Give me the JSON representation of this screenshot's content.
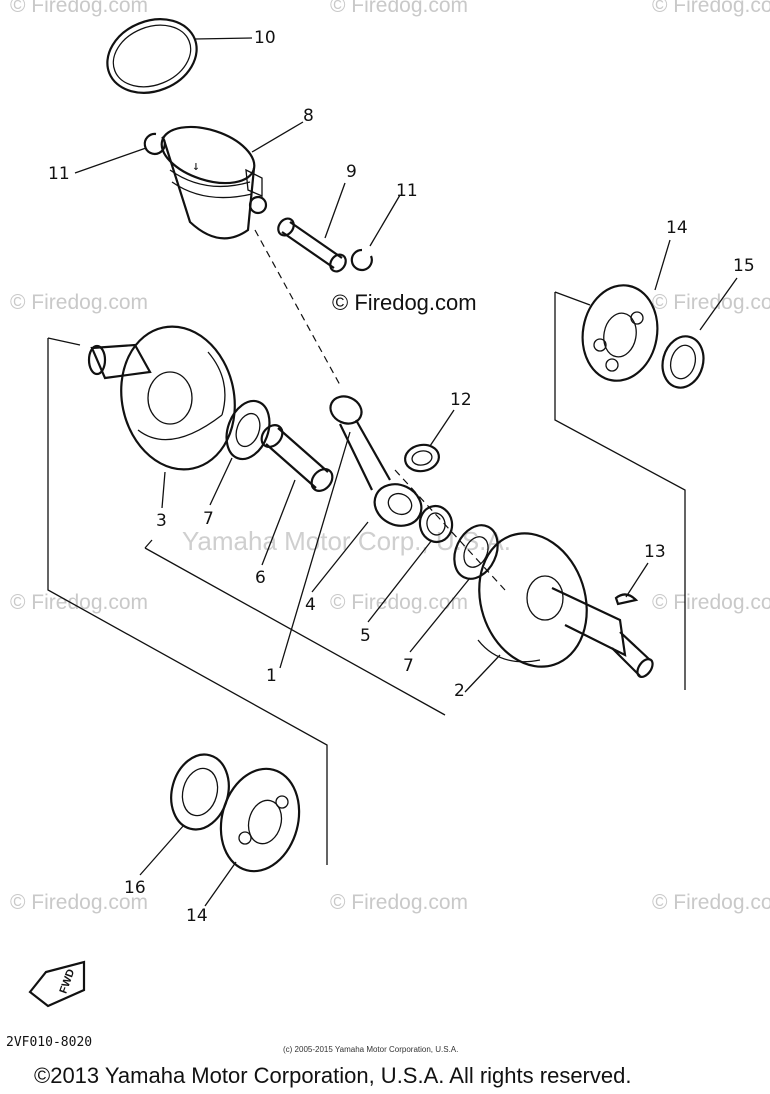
{
  "watermarks": {
    "site": "© Firedog.com",
    "center_copyright": "© Firedog.com",
    "ghost_text": "Yamaha Motor Corp., U.S.A."
  },
  "callouts": {
    "c1": "1",
    "c2": "2",
    "c3": "3",
    "c4": "4",
    "c5": "5",
    "c6": "6",
    "c7a": "7",
    "c7b": "7",
    "c8": "8",
    "c9": "9",
    "c10": "10",
    "c11a": "11",
    "c11b": "11",
    "c12": "12",
    "c13": "13",
    "c14a": "14",
    "c14b": "14",
    "c15": "15",
    "c16": "16"
  },
  "fwd_label": "FWD",
  "diagram_code": "2VF010-8020",
  "footer": {
    "small_copyright": "(c) 2005-2015 Yamaha Motor Corporation, U.S.A.",
    "main_copyright": "©2013 Yamaha Motor Corporation, U.S.A. All rights reserved."
  },
  "colors": {
    "ink": "#111111",
    "watermark": "#c9c9c9",
    "background": "#ffffff"
  }
}
